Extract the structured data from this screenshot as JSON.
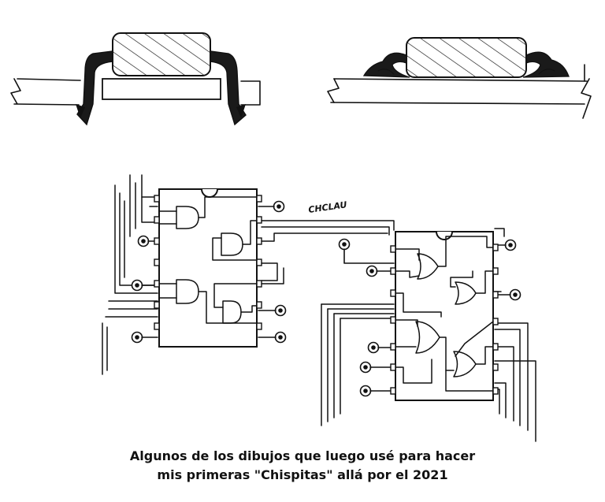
{
  "signature": "CHCLAU",
  "caption": {
    "line1": "Algunos de los dibujos que luego usé para hacer",
    "line2": "mis primeras \"Chispitas\" allá por el 2021"
  },
  "colors": {
    "ink": "#111111",
    "background": "#ffffff"
  }
}
